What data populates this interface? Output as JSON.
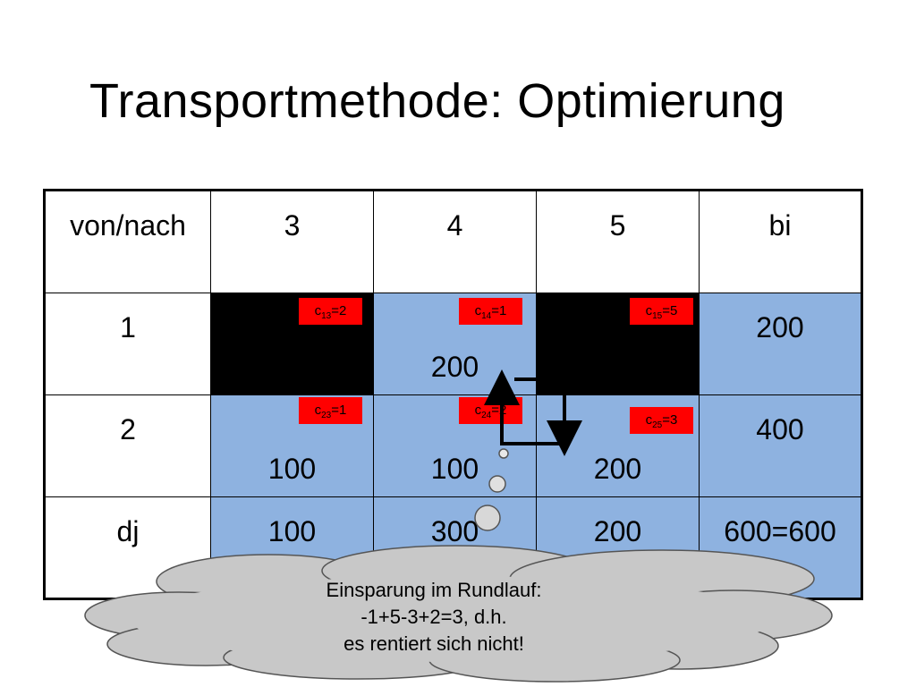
{
  "title": "Transportmethode: Optimierung",
  "table": {
    "header": [
      "von/nach",
      "3",
      "4",
      "5",
      "bi"
    ],
    "row1": {
      "label": "1",
      "c4": "200",
      "bi": "200"
    },
    "row2": {
      "label": "2",
      "c3": "100",
      "c4": "100",
      "c5": "200",
      "bi": "400"
    },
    "row3": {
      "label": "dj",
      "c3": "100",
      "c4": "300",
      "c5": "200",
      "bi": "600=600"
    }
  },
  "cost_tags": {
    "c13": {
      "base": "c",
      "sub": "13",
      "val": "=2"
    },
    "c14": {
      "base": "c",
      "sub": "14",
      "val": "=1"
    },
    "c15": {
      "base": "c",
      "sub": "15",
      "val": "=5"
    },
    "c23": {
      "base": "c",
      "sub": "23",
      "val": "=1"
    },
    "c24": {
      "base": "c",
      "sub": "24",
      "val": "=2"
    },
    "c25": {
      "base": "c",
      "sub": "25",
      "val": "=3"
    }
  },
  "cloud": {
    "line1": "Einsparung im Rundlauf:",
    "line2": "-1+5-3+2=3, d.h.",
    "line3": "es rentiert sich nicht!"
  },
  "colors": {
    "cell_blue": "#8eb2e0",
    "tag_red": "#ff0000",
    "cloud_fill": "#c8c8c8"
  }
}
